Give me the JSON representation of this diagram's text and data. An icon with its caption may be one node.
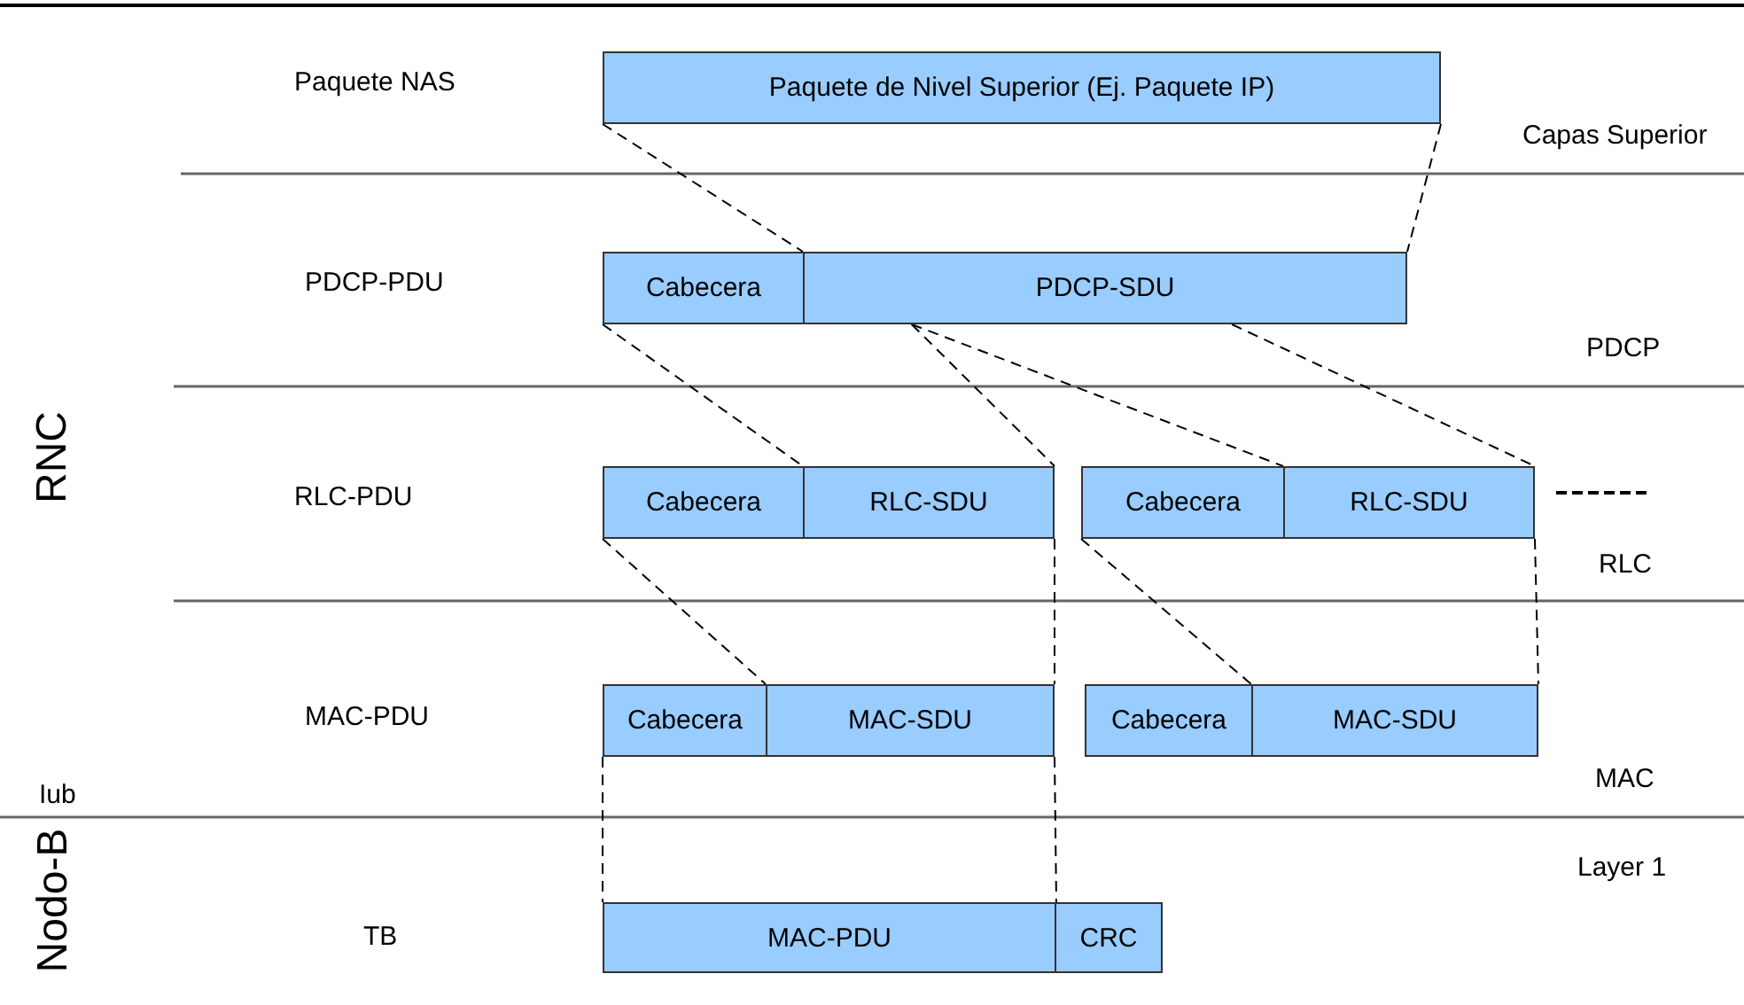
{
  "diagram": {
    "nodes": [
      {
        "text": [
          "Paquete de Nivel Superior (Ej. Paquete IP)"
        ]
      },
      {
        "text": [
          "Cabecera"
        ]
      },
      {
        "text": [
          "PDCP-SDU"
        ]
      },
      {
        "text": [
          "Cabecera"
        ]
      },
      {
        "text": [
          "RLC-SDU"
        ]
      },
      {
        "text": [
          "Cabecera"
        ]
      },
      {
        "text": [
          "RLC-SDU"
        ]
      },
      {
        "text": [
          "Cabecera"
        ]
      },
      {
        "text": [
          "MAC-SDU"
        ]
      },
      {
        "text": [
          "Cabecera"
        ]
      },
      {
        "text": [
          "MAC-SDU"
        ]
      },
      {
        "text": [
          "MAC-PDU"
        ]
      },
      {
        "text": [
          "CRC"
        ]
      }
    ],
    "edges": [
      {
        "from": 0,
        "to": 2,
        "arrow": "none",
        "style": "dashed"
      },
      {
        "from": 0,
        "to": 2,
        "arrow": "none",
        "style": "dashed"
      },
      {
        "from": 1,
        "to": 4,
        "arrow": "none",
        "style": "dashed"
      },
      {
        "from": 2,
        "to": 4,
        "arrow": "none",
        "style": "dashed"
      },
      {
        "from": 2,
        "to": 6,
        "arrow": "none",
        "style": "dashed"
      },
      {
        "from": 2,
        "to": 6,
        "arrow": "none",
        "style": "dashed"
      },
      {
        "from": 3,
        "to": 8,
        "arrow": "none",
        "style": "dashed"
      },
      {
        "from": 4,
        "to": 8,
        "arrow": "none",
        "style": "dashed"
      },
      {
        "from": 5,
        "to": 10,
        "arrow": "none",
        "style": "dashed"
      },
      {
        "from": 6,
        "to": 10,
        "arrow": "none",
        "style": "dashed"
      },
      {
        "from": 7,
        "to": 11,
        "arrow": "none",
        "style": "dashed"
      },
      {
        "from": 8,
        "to": 11,
        "arrow": "none",
        "style": "dashed"
      }
    ],
    "labels": [
      "Paquete NAS",
      "Capas Superior",
      "PDCP-PDU",
      "PDCP",
      "RNC",
      "RLC-PDU",
      "RLC",
      "MAC-PDU",
      "Iub",
      "MAC",
      "Nodo-B",
      "Layer 1",
      "TB"
    ]
  }
}
